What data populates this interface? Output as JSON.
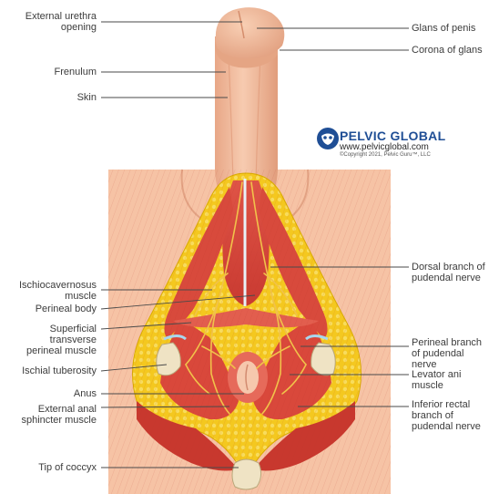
{
  "labels_left": [
    {
      "id": "external-urethra-opening",
      "lines": [
        "External urethra",
        "opening"
      ]
    },
    {
      "id": "frenulum",
      "lines": [
        "Frenulum"
      ]
    },
    {
      "id": "skin",
      "lines": [
        "Skin"
      ]
    },
    {
      "id": "ischiocavernosus-muscle",
      "lines": [
        "Ischiocavernosus",
        "muscle"
      ]
    },
    {
      "id": "perineal-body",
      "lines": [
        "Perineal body"
      ]
    },
    {
      "id": "superficial-transverse-perineal-muscle",
      "lines": [
        "Superficial",
        "transverse",
        "perineal muscle"
      ]
    },
    {
      "id": "ischial-tuberosity",
      "lines": [
        "Ischial tuberosity"
      ]
    },
    {
      "id": "anus",
      "lines": [
        "Anus"
      ]
    },
    {
      "id": "external-anal-sphincter-muscle",
      "lines": [
        "External anal",
        "sphincter muscle"
      ]
    },
    {
      "id": "tip-of-coccyx",
      "lines": [
        "Tip of coccyx"
      ]
    }
  ],
  "labels_right": [
    {
      "id": "glans-of-penis",
      "lines": [
        "Glans of penis"
      ]
    },
    {
      "id": "corona-of-glans",
      "lines": [
        "Corona of glans"
      ]
    },
    {
      "id": "dorsal-branch-of-pudendal-nerve",
      "lines": [
        "Dorsal branch of",
        "pudendal nerve"
      ]
    },
    {
      "id": "perineal-branch-of-pudendal-nerve",
      "lines": [
        "Perineal branch",
        "of pudendal",
        "nerve"
      ]
    },
    {
      "id": "levator-ani-muscle",
      "lines": [
        "Levator ani",
        "muscle"
      ]
    },
    {
      "id": "inferior-rectal-branch-of-pudendal-nerve",
      "lines": [
        "Inferior rectal",
        "branch of",
        "pudendal nerve"
      ]
    }
  ],
  "logo": {
    "name": "PELVIC GLOBAL",
    "url": "www.pelvicglobal.com",
    "copyright": "©Copyright 2021, Pelvic Guru™, LLC",
    "icon": "pelvis-logo-icon"
  },
  "colors": {
    "skin": "#f6c3a5",
    "skin_dark": "#e6a685",
    "muscle": "#d9463a",
    "muscle_light": "#ea6b5c",
    "fat": "#f6d02a",
    "nerve": "#f1c24a",
    "leader": "#4a4a4a",
    "text": "#3c3c3c",
    "brand": "#1f4e95"
  }
}
